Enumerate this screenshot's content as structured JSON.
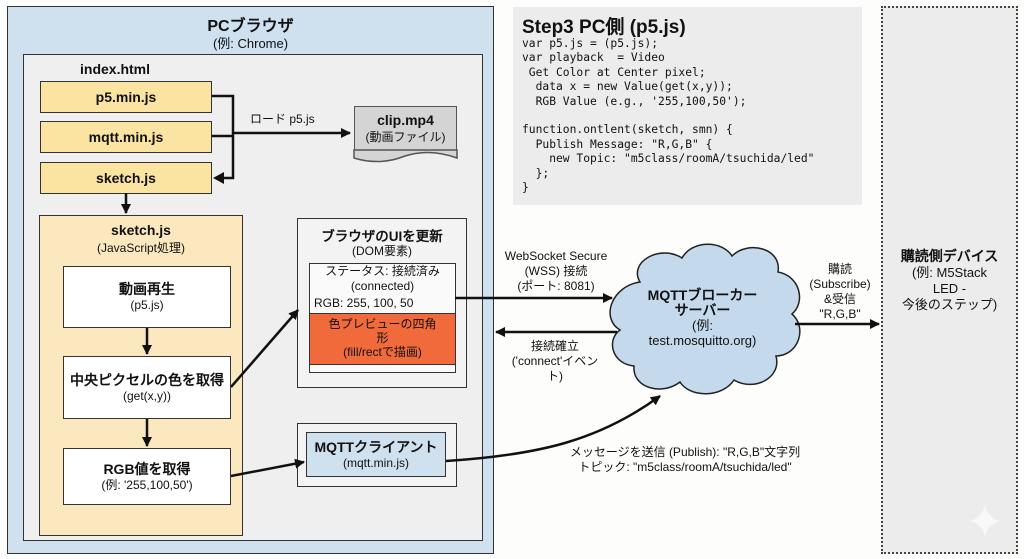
{
  "browser": {
    "title": "PCブラウザ",
    "subtitle": "(例: Chrome)"
  },
  "index_html": {
    "label": "index.html",
    "scripts": [
      "p5.min.js",
      "mqtt.min.js",
      "sketch.js"
    ]
  },
  "load_arrow_label": "ロード p5.js",
  "clip": {
    "name": "clip.mp4",
    "desc": "(動画ファイル)"
  },
  "sketch": {
    "title": "sketch.js",
    "subtitle": "(JavaScript処理)",
    "steps": [
      {
        "title": "動画再生",
        "detail": "(p5.js)"
      },
      {
        "title": "中央ピクセルの色を取得",
        "detail": "(get(x,y))"
      },
      {
        "title": "RGB値を取得",
        "detail": "(例: '255,100,50')"
      }
    ]
  },
  "ui_update": {
    "title": "ブラウザのUIを更新",
    "subtitle": "(DOM要素)",
    "status_line1": "ステータス: 接続済み",
    "status_line2": "(connected)",
    "rgb": "RGB: 255, 100, 50",
    "preview_line1": "色プレビューの四角",
    "preview_line2": "形",
    "preview_line3": "(fill/rectで描画)",
    "preview_color": "#f06a3c"
  },
  "mqtt_client": {
    "title": "MQTTクライアント",
    "subtitle": "(mqtt.min.js)"
  },
  "wss": {
    "line1": "WebSocket Secure",
    "line2": "(WSS) 接続",
    "line3": "(ポート: 8081)"
  },
  "connect_event": {
    "line1": "接続確立",
    "line2": "('connect'イベン",
    "line3": "ト)"
  },
  "broker": {
    "line1": "MQTTブローカー",
    "line2": "サーバー",
    "line3": "(例:",
    "line4": "test.mosquitto.org)"
  },
  "publish": {
    "line1": "メッセージを送信 (Publish): \"R,G,B\"文字列",
    "line2": "トピック: \"m5class/roomA/tsuchida/led\""
  },
  "subscribe": {
    "line1": "購読",
    "line2": "(Subscribe)",
    "line3": "&受信",
    "line4": "\"R,G,B\""
  },
  "device": {
    "title": "購読側デバイス",
    "line1": "(例: M5Stack",
    "line2": "LED -",
    "line3": "今後のステップ)"
  },
  "code_panel": {
    "title": "Step3 PC側 (p5.js)",
    "lines": [
      "var p5.js = (p5.js);",
      "var playback  = Video",
      " Get Color at Center pixel;",
      "  data x = new Value(get(x,y));",
      "  RGB Value (e.g., '255,100,50');",
      "",
      "function.ontlent(sketch, smn) {",
      "  Publish Message: \"R,G,B\" {",
      "    new Topic: \"m5class/roomA/tsuchida/led\"",
      "  };",
      "}"
    ]
  },
  "colors": {
    "browser_bg": "#cfe0ef",
    "script_bg": "#fbe3a1",
    "sketch_bg": "#fbe8bf",
    "cloud": "#c5d9ec",
    "preview": "#f06a3c"
  }
}
